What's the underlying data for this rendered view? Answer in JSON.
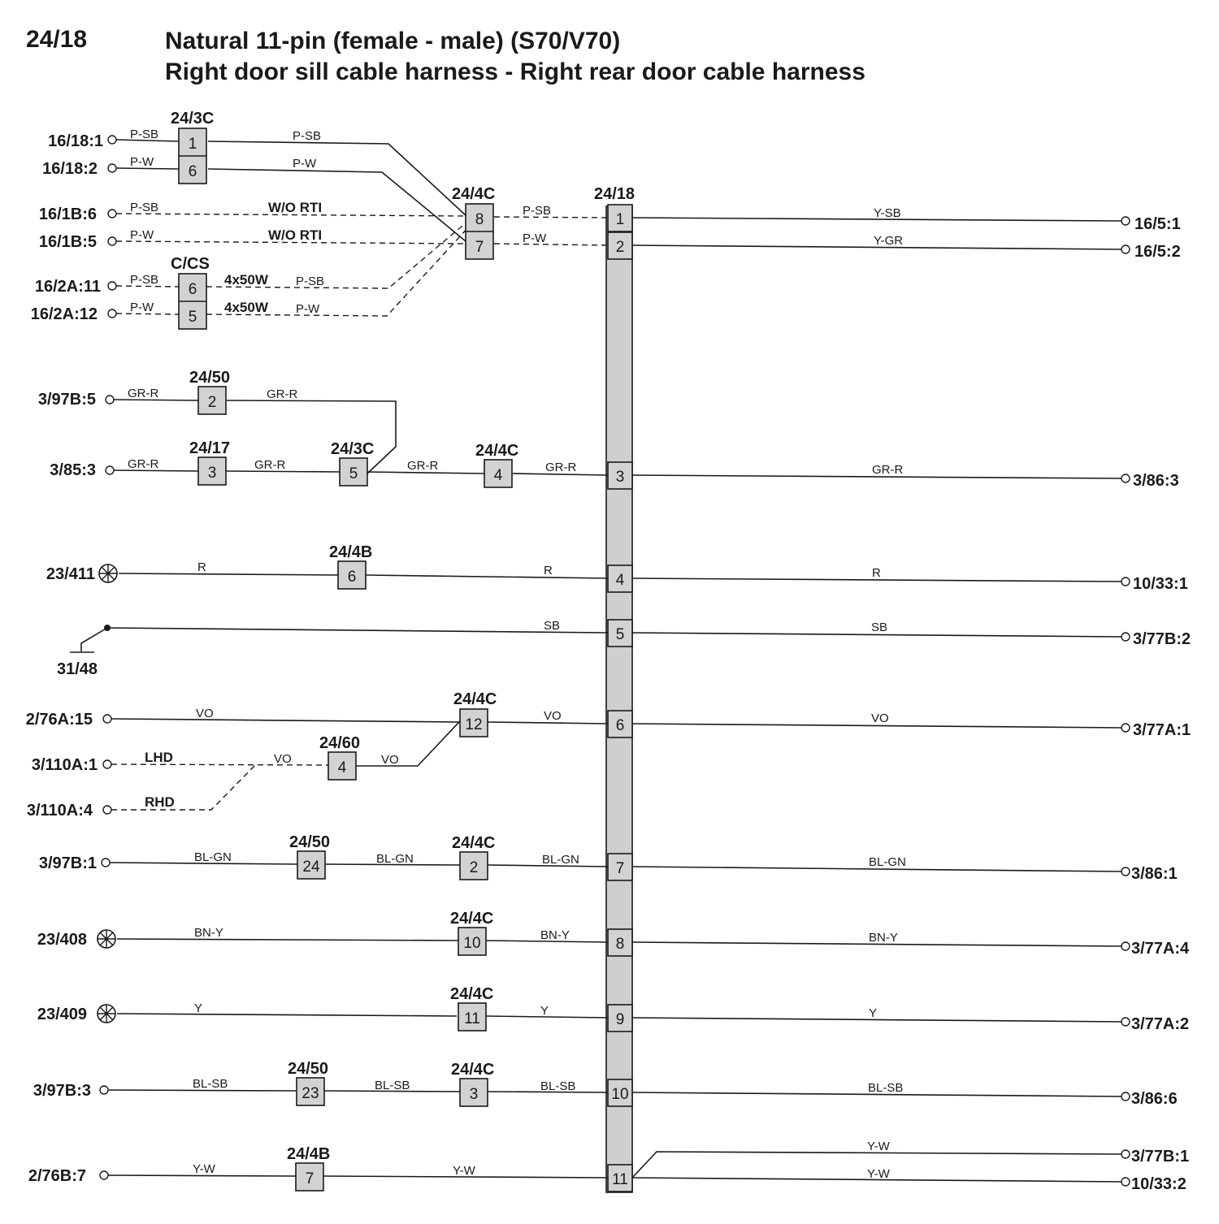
{
  "header": {
    "number": "24/18",
    "title1": "Natural 11-pin (female - male) (S70/V70)",
    "title2": "Right door sill cable harness - Right rear door cable harness"
  },
  "main_connector": "24/18",
  "main_pins": [
    "1",
    "2",
    "3",
    "4",
    "5",
    "6",
    "7",
    "8",
    "9",
    "10",
    "11"
  ],
  "left_terminals": [
    "16/18:1",
    "16/18:2",
    "16/1B:6",
    "16/1B:5",
    "16/2A:11",
    "16/2A:12",
    "3/97B:5",
    "3/85:3",
    "23/411",
    "31/48",
    "2/76A:15",
    "3/110A:1",
    "3/110A:4",
    "3/97B:1",
    "23/408",
    "23/409",
    "3/97B:3",
    "2/76B:7"
  ],
  "right_terminals": [
    "16/5:1",
    "16/5:2",
    "3/86:3",
    "10/33:1",
    "3/77B:2",
    "3/77A:1",
    "3/86:1",
    "3/77A:4",
    "3/77A:2",
    "3/86:6",
    "3/77B:1",
    "10/33:2"
  ],
  "connectors": [
    {
      "name": "24/3C",
      "pins": [
        "1",
        "6"
      ]
    },
    {
      "name": "24/4C",
      "pins": [
        "8",
        "7"
      ]
    },
    {
      "name": "C/CS",
      "pins": [
        "6",
        "5"
      ]
    },
    {
      "name": "24/50",
      "pins": [
        "2"
      ]
    },
    {
      "name": "24/17",
      "pins": [
        "3"
      ]
    },
    {
      "name": "24/3C",
      "pins": [
        "5"
      ]
    },
    {
      "name": "24/4C",
      "pins": [
        "4"
      ]
    },
    {
      "name": "24/4B",
      "pins": [
        "6"
      ]
    },
    {
      "name": "24/4C",
      "pins": [
        "12"
      ]
    },
    {
      "name": "24/60",
      "pins": [
        "4"
      ]
    },
    {
      "name": "24/50",
      "pins": [
        "24"
      ]
    },
    {
      "name": "24/4C",
      "pins": [
        "2"
      ]
    },
    {
      "name": "24/4C",
      "pins": [
        "10"
      ]
    },
    {
      "name": "24/4C",
      "pins": [
        "11"
      ]
    },
    {
      "name": "24/50",
      "pins": [
        "23"
      ]
    },
    {
      "name": "24/4C",
      "pins": [
        "3"
      ]
    },
    {
      "name": "24/4B",
      "pins": [
        "7"
      ]
    }
  ],
  "wire_colors": [
    "P-SB",
    "P-W",
    "Y-SB",
    "Y-GR",
    "GR-R",
    "R",
    "SB",
    "VO",
    "BL-GN",
    "BN-Y",
    "Y",
    "BL-SB",
    "Y-W"
  ],
  "conditions": [
    "W/O RTI",
    "4x50W",
    "LHD",
    "RHD"
  ]
}
